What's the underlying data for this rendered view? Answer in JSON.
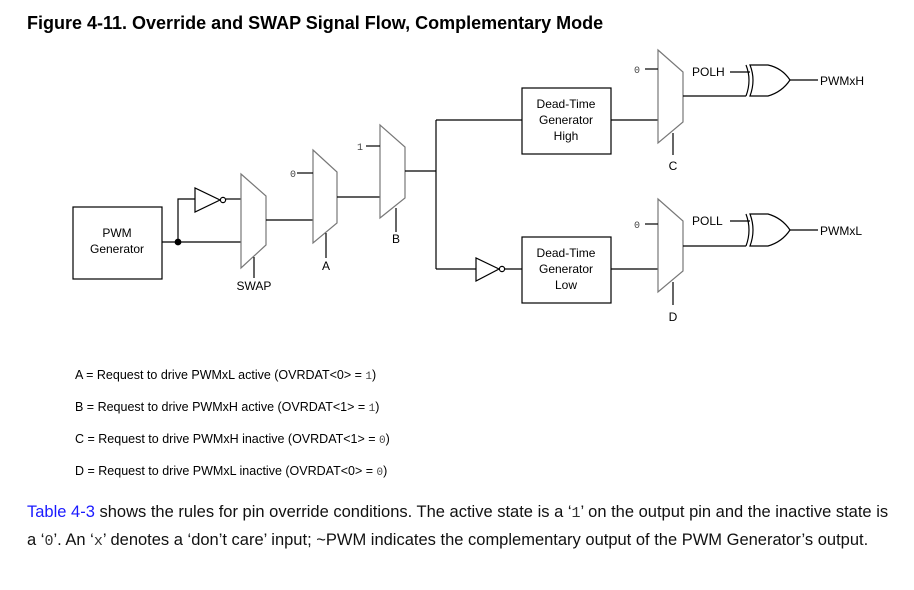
{
  "figure": {
    "title": "Figure 4-11.  Override and SWAP Signal Flow, Complementary Mode",
    "blocks": {
      "pwm_generator": [
        "PWM",
        "Generator"
      ],
      "dead_time_high": [
        "Dead-Time",
        "Generator",
        "High"
      ],
      "dead_time_low": [
        "Dead-Time",
        "Generator",
        "Low"
      ]
    },
    "signals": {
      "swap": "SWAP",
      "a": "A",
      "b": "B",
      "c": "C",
      "d": "D",
      "polh": "POLH",
      "poll": "POLL",
      "pwmxh": "PWMxH",
      "pwmxl": "PWMxL",
      "const_mux_a": "0",
      "const_mux_b": "1",
      "const_mux_c": "0",
      "const_mux_d": "0"
    }
  },
  "legend": [
    {
      "text": "A = Request to drive PWMxL active (OVRDAT<0> = ",
      "value": "1",
      "close": ")"
    },
    {
      "text": "B = Request to drive PWMxH active (OVRDAT<1> = ",
      "value": "1",
      "close": ")"
    },
    {
      "text": "C = Request to drive PWMxH inactive (OVRDAT<1> = ",
      "value": "0",
      "close": ")"
    },
    {
      "text": "D = Request to drive PWMxL inactive (OVRDAT<0> = ",
      "value": "0",
      "close": ")"
    }
  ],
  "paragraph": {
    "link": "Table 4-3",
    "p1": " shows the rules for pin override conditions. The active state is a ‘",
    "v1": "1",
    "p2": "’ on the output pin and the inactive state is a ‘",
    "v2": "0",
    "p3": "’. An ‘",
    "v3": "x",
    "p4": "’ denotes a ‘don’t care’ input; ~PWM indicates the complementary output of the PWM Generator’s output."
  }
}
